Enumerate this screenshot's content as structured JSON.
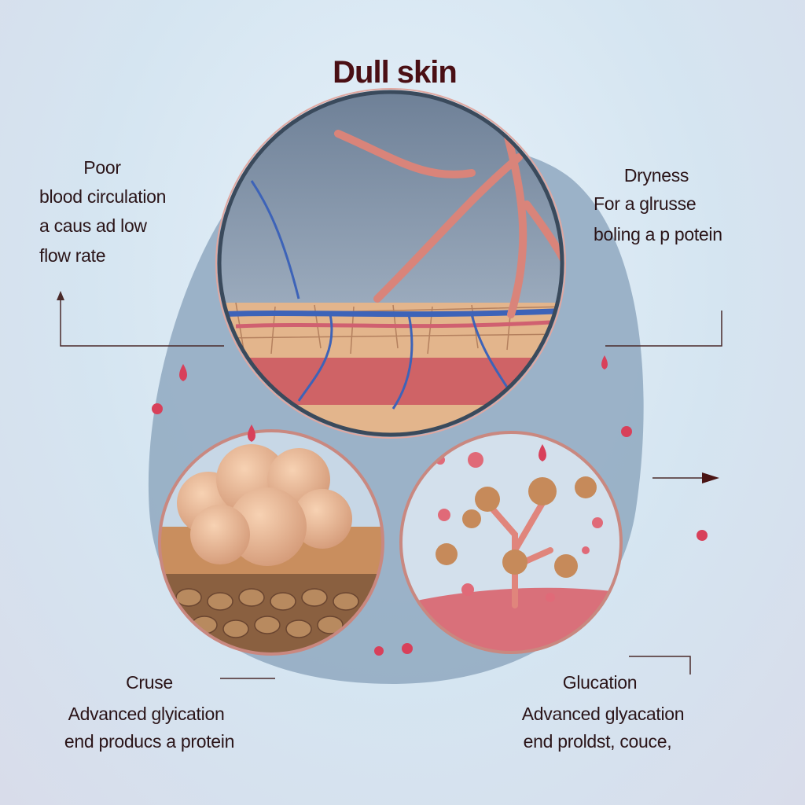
{
  "title": "Dull skin",
  "labels": {
    "top_left": [
      "Poor",
      "blood circulation",
      "a caus ad low",
      "flow rate"
    ],
    "top_right": [
      "Dryness",
      "For a glrusse",
      "boling a p potein"
    ],
    "bottom_left": [
      "Cruse",
      "Advanced glyication",
      "end producs a protein"
    ],
    "bottom_right": [
      "Glucation",
      "Advanced glyacation",
      "end proldst, couce,"
    ]
  },
  "colors": {
    "title": "#4a0f14",
    "blob": "#8fa9c2",
    "vessel_red": "#d9847a",
    "vessel_blue": "#3d63b8",
    "skin": "#e3b58c",
    "droplet": "#d8405a"
  }
}
